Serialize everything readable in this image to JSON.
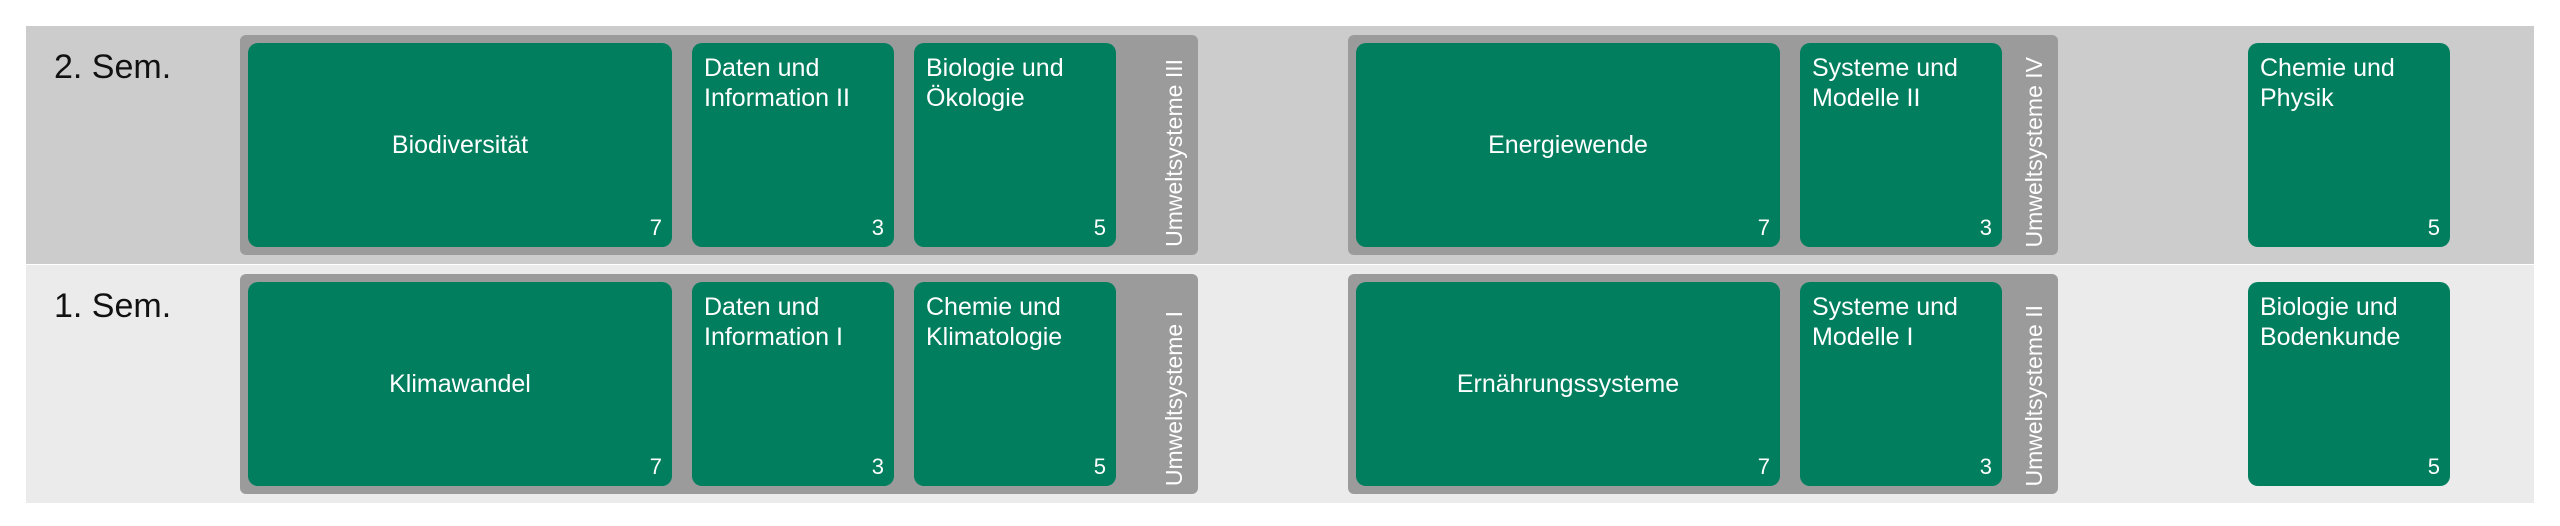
{
  "rows": [
    {
      "label": "2. Sem.",
      "groups": [
        {
          "label": "Umweltsysteme III",
          "modules": [
            {
              "name": "Biodiversität",
              "credits": "7"
            },
            {
              "name": "Daten und Information II",
              "credits": "3"
            },
            {
              "name": "Biologie und Ökologie",
              "credits": "5"
            }
          ]
        },
        {
          "label": "Umweltsysteme IV",
          "modules": [
            {
              "name": "Energiewende",
              "credits": "7"
            },
            {
              "name": "Systeme und Modelle II",
              "credits": "3"
            }
          ]
        }
      ],
      "standalone": {
        "name": "Chemie und Physik",
        "credits": "5"
      }
    },
    {
      "label": "1. Sem.",
      "groups": [
        {
          "label": "Umweltsysteme I",
          "modules": [
            {
              "name": "Klimawandel",
              "credits": "7"
            },
            {
              "name": "Daten und Information I",
              "credits": "3"
            },
            {
              "name": "Chemie und Klimatologie",
              "credits": "5"
            }
          ]
        },
        {
          "label": "Umweltsysteme II",
          "modules": [
            {
              "name": "Ernährungssysteme",
              "credits": "7"
            },
            {
              "name": "Systeme und Modelle I",
              "credits": "3"
            }
          ]
        }
      ],
      "standalone": {
        "name": "Biologie und Bodenkunde",
        "credits": "5"
      }
    }
  ],
  "colors": {
    "tile": "#007e5e",
    "group": "#9b9b9b",
    "row_top": "#cccccc",
    "row_bottom": "#ebebeb"
  }
}
